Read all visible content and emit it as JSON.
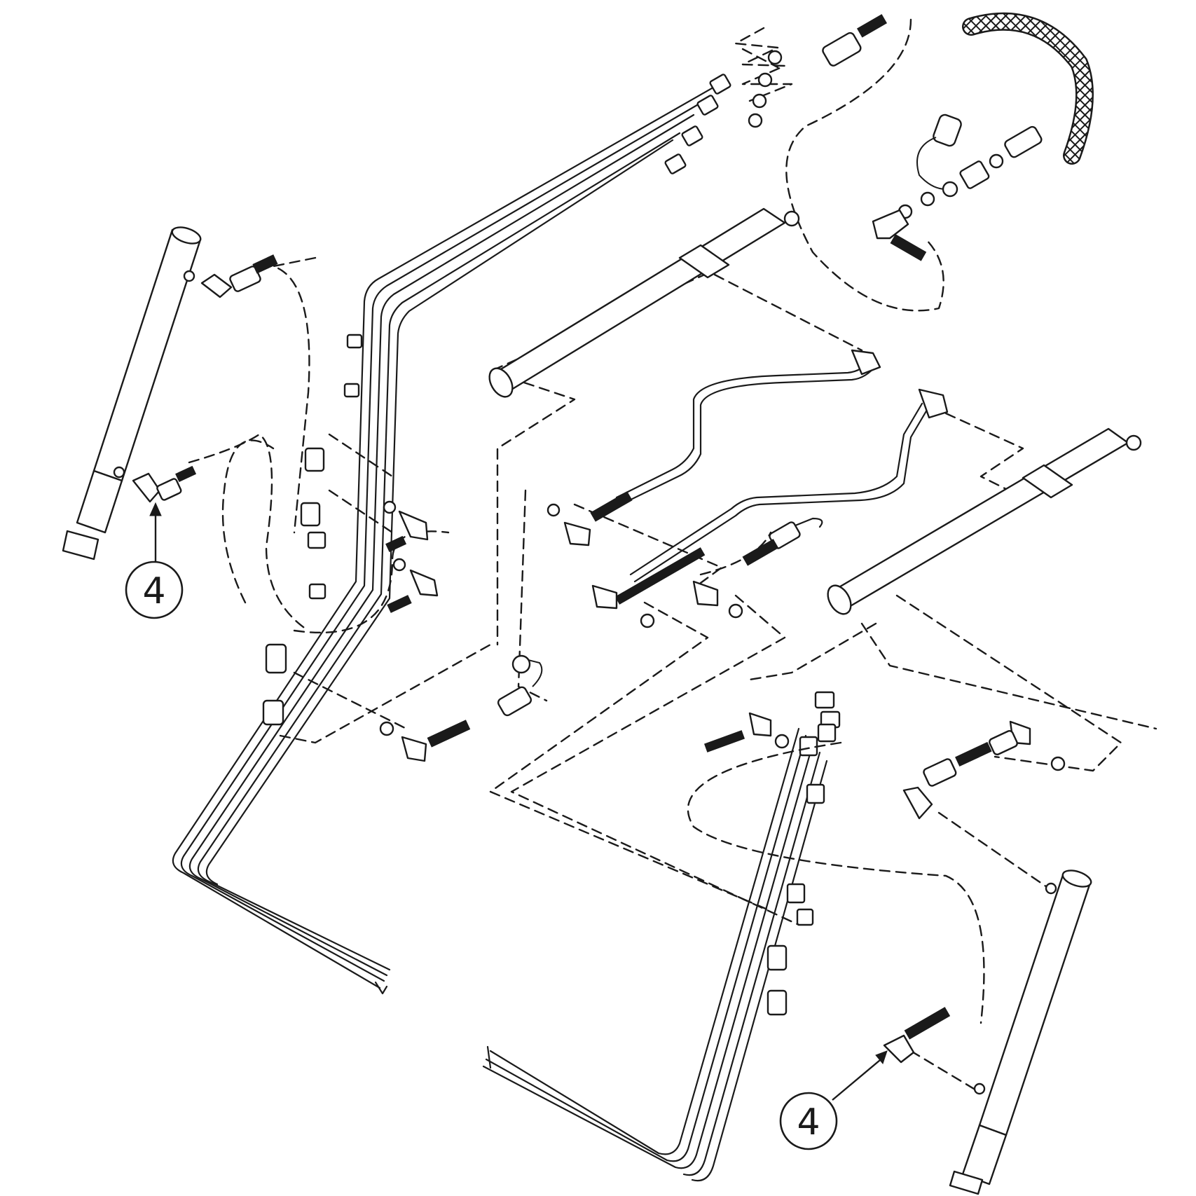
{
  "callouts": [
    {
      "id": "callout-left",
      "label": "4"
    },
    {
      "id": "callout-right",
      "label": "4"
    }
  ],
  "colors": {
    "ink": "#1a1a1a",
    "paper": "#ffffff"
  }
}
